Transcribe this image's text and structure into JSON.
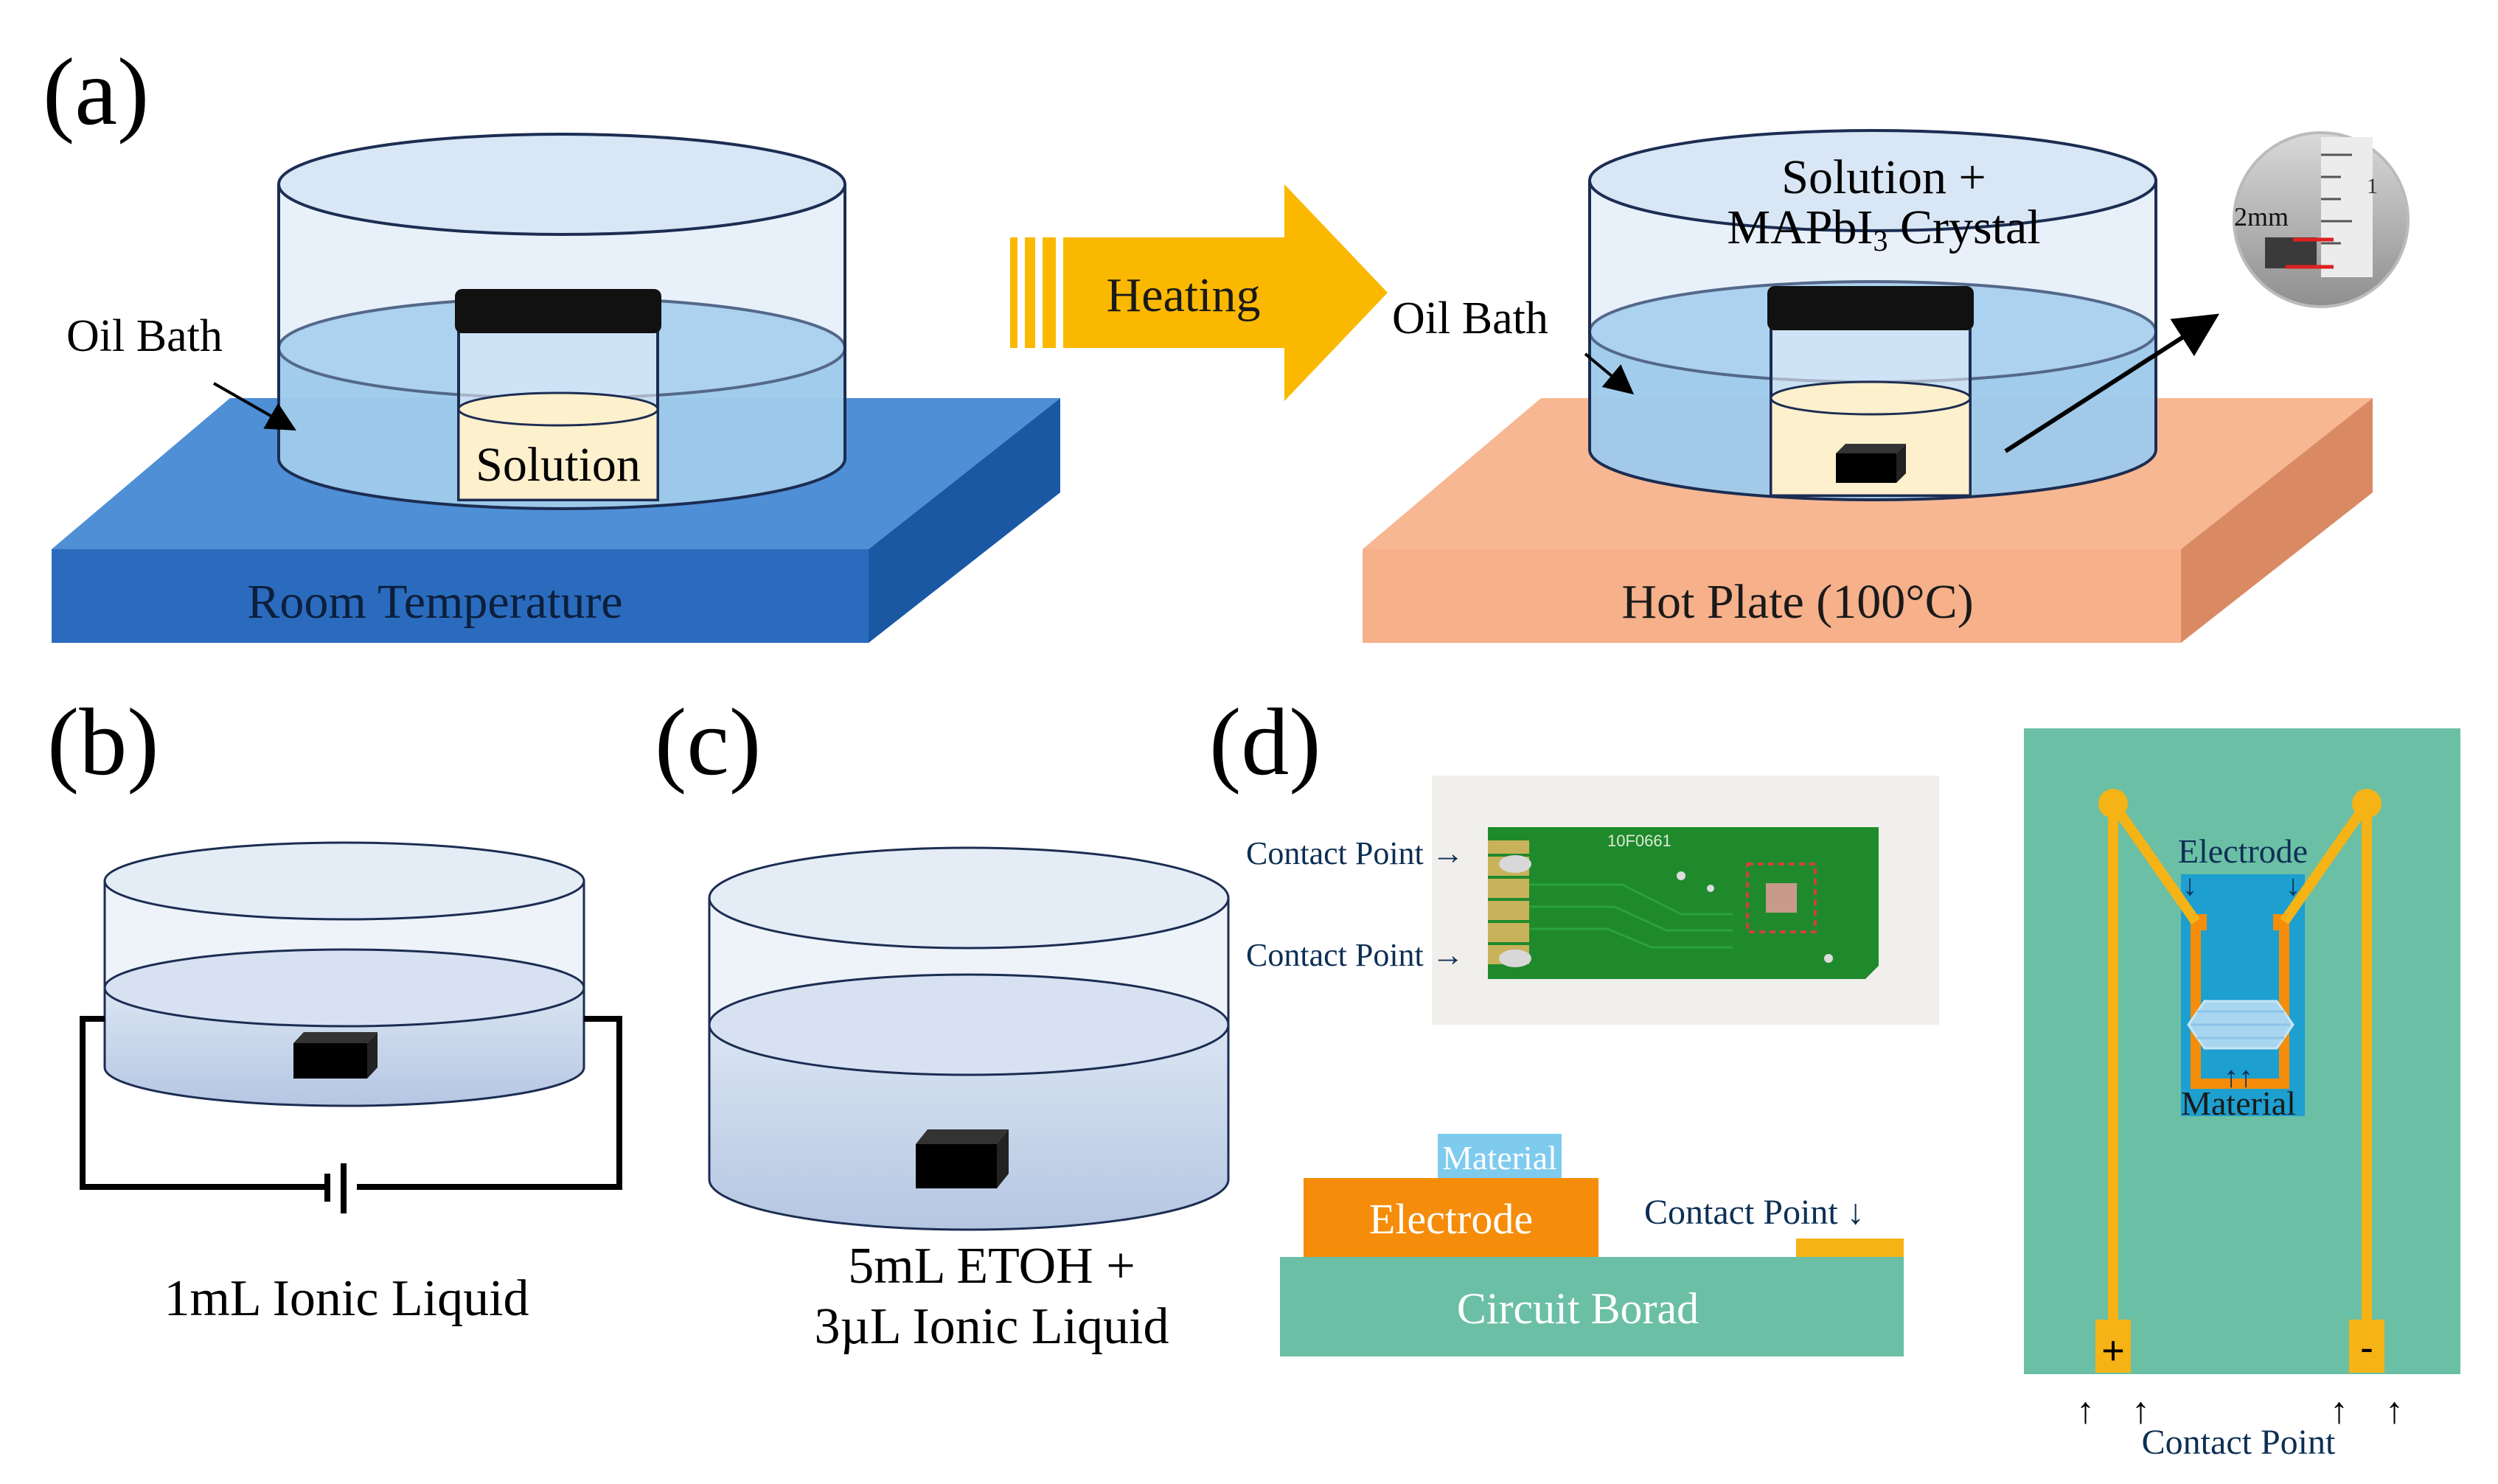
{
  "panels": {
    "a": {
      "label": "(a)",
      "left": {
        "oil_bath_label": "Oil Bath",
        "solution_label": "Solution",
        "plate_label": "Room Temperature"
      },
      "arrow_label": "Heating",
      "right": {
        "solution_line1": "Solution +",
        "solution_line2_prefix": "MAPbI",
        "solution_line2_sub": "3",
        "solution_line2_suffix": " Crystal",
        "oil_bath_label": "Oil Bath",
        "plate_label": "Hot Plate (100°C)",
        "inset_scale_label": "2mm",
        "inset_ruler_number": "1"
      }
    },
    "b": {
      "label": "(b)",
      "caption": "1mL Ionic Liquid"
    },
    "c": {
      "label": "(c)",
      "caption_line1": "5mL ETOH +",
      "caption_line2": "3µL Ionic Liquid"
    },
    "d": {
      "label": "(d)",
      "photo": {
        "contact_point_1": "Contact Point →",
        "contact_point_2": "Contact Point →",
        "board_marking": "10F0661"
      },
      "cross_section": {
        "material_label": "Material",
        "electrode_label": "Electrode",
        "contact_point_label": "Contact Point ↓",
        "board_label": "Circuit Borad"
      },
      "top_view": {
        "electrode_label": "Electrode",
        "electrode_arrows": "↓            ↓",
        "material_arrows": "↑↑",
        "material_label": "Material",
        "plus_label": "+",
        "minus_label": "-",
        "contact_arrows": "↑    ↑",
        "contact_arrows_right": "↑    ↑",
        "contact_point_label": "Contact Point"
      }
    }
  },
  "colors": {
    "blue_plate": "#4e8fd6",
    "hot_plate": "#f7b792",
    "oil": "#8ec4e8",
    "solution": "#fdf0cc",
    "arrow": "#fbb800",
    "board_green": "#6bbfa5",
    "electrode_orange": "#f58d0a",
    "trace_yellow": "#f5b316",
    "material_blue": "#7ecbee"
  }
}
